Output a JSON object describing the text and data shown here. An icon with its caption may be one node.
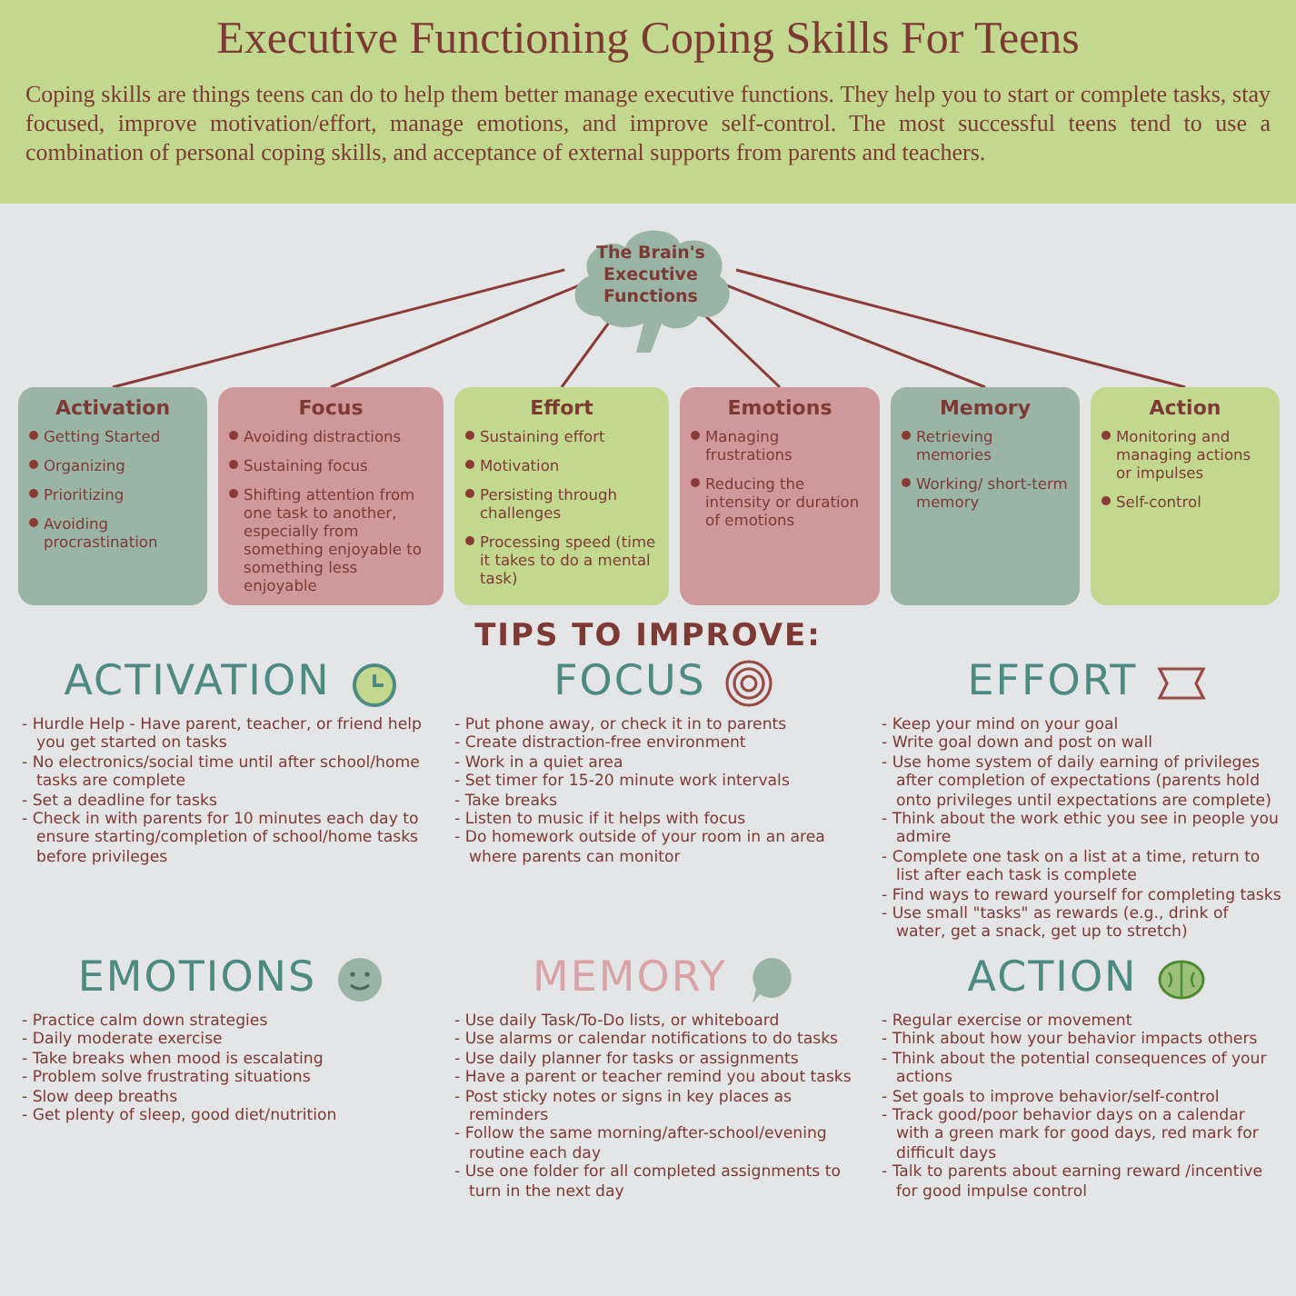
{
  "diagram": {
    "title": "Executive Functioning Coping Skills For Teens",
    "nodes": [
      {
        "text": [
          "The Brain's Executive Functions"
        ]
      },
      {
        "text": [
          "Activation",
          "Getting Started",
          "Organizing",
          "Prioritizing",
          "Avoiding procrastination"
        ]
      },
      {
        "text": [
          "Focus",
          "Avoiding distractions",
          "Sustaining focus",
          "Shifting attention from one task to another, especially from something enjoyable to something less enjoyable"
        ]
      },
      {
        "text": [
          "Effort",
          "Sustaining effort",
          "Motivation",
          "Persisting through challenges",
          "Processing speed (time it takes to do a mental task)"
        ]
      },
      {
        "text": [
          "Emotions",
          "Managing frustrations",
          "Reducing the intensity or duration of emotions"
        ]
      },
      {
        "text": [
          "Memory",
          "Retrieving memories",
          "Working/ short-term memory"
        ]
      },
      {
        "text": [
          "Action",
          "Monitoring and managing actions or impulses",
          "Self-control"
        ]
      }
    ],
    "edges": [
      {
        "from": 0,
        "to": 1,
        "arrow": "none"
      },
      {
        "from": 0,
        "to": 2,
        "arrow": "none"
      },
      {
        "from": 0,
        "to": 3,
        "arrow": "none"
      },
      {
        "from": 0,
        "to": 4,
        "arrow": "none"
      },
      {
        "from": 0,
        "to": 5,
        "arrow": "none"
      },
      {
        "from": 0,
        "to": 6,
        "arrow": "none"
      }
    ],
    "labels": [
      "Coping skills are things teens can do to help them better manage executive functions.  They help you to start or complete tasks, stay focused, improve motivation/effort, manage emotions, and improve self-control.  The most successful teens tend to use a combination of personal coping skills, and acceptance of external supports from parents and teachers.",
      "TIPS TO IMPROVE:",
      "ACTIVATION",
      "- Hurdle Help - Have parent, teacher, or friend help you get started on tasks",
      "- No electronics/social time until after school/home tasks are complete",
      "- Set a deadline for tasks",
      "- Check in with parents for 10 minutes each day to ensure starting/completion of school/home tasks before privileges",
      "FOCUS",
      "- Put phone away, or check it in to parents",
      "- Create distraction-free environment",
      "- Work in a quiet area",
      "- Set timer for 15-20 minute work intervals",
      "- Take breaks",
      "- Listen to music if it helps with focus",
      "- Do homework outside of your room in an area where parents can monitor",
      "EFFORT",
      "- Keep your mind on your goal",
      "- Write goal down and post on wall",
      "- Use home system of daily earning of privileges after completion of expectations (parents hold onto privileges until expectations are complete)",
      "- Think about the work ethic you see in people you admire",
      "- Complete one task on a list at a time, return to list after each task is complete",
      "- Find ways to reward yourself for completing tasks",
      "- Use small \"tasks\" as rewards (e.g., drink of water, get a snack, get up to stretch)",
      "EMOTIONS",
      "- Practice calm down strategies",
      "- Daily moderate exercise",
      "- Take breaks when mood is escalating",
      "- Problem solve frustrating situations",
      "- Slow deep breaths",
      "- Get plenty of sleep, good diet/nutrition",
      "MEMORY",
      "- Use daily Task/To-Do lists, or whiteboard",
      "- Use alarms or calendar notifications to do tasks",
      "- Use daily planner for tasks or assignments",
      "- Have a parent or teacher remind you about tasks",
      "- Post sticky notes or signs in key places as reminders",
      "- Follow the same morning/after-school/evening routine each day",
      "- Use one folder for all completed assignments to turn in the next day",
      "ACTION",
      "- Regular exercise or movement",
      "- Think about how your behavior impacts others",
      "- Think about the potential consequences of your actions",
      "- Set goals to improve behavior/self-control",
      "- Track good/poor behavior days on a calendar with a green mark for good days, red mark for difficult days",
      "- Talk to parents about earning reward /incentive for good impulse control"
    ]
  }
}
